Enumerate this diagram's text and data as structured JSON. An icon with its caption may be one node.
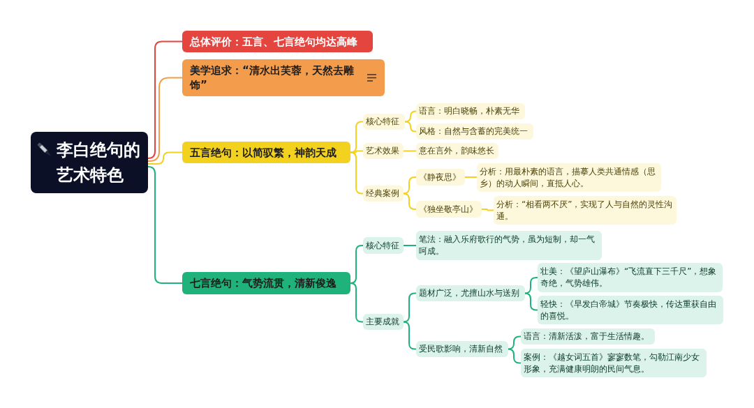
{
  "diagram": {
    "nodes": [
      {
        "text": [
          "李白绝句的艺术特色"
        ]
      },
      {
        "text": [
          "总体评价：五言、七言绝句均达高峰"
        ]
      },
      {
        "text": [
          "美学追求：“清水出芙蓉，天然去雕饰”"
        ]
      },
      {
        "text": [
          "五言绝句：以简驭繁，神韵天成"
        ]
      },
      {
        "text": [
          "核心特征"
        ]
      },
      {
        "text": [
          "语言：明白晓畅，朴素无华"
        ]
      },
      {
        "text": [
          "风格：自然与含蓄的完美统一"
        ]
      },
      {
        "text": [
          "艺术效果"
        ]
      },
      {
        "text": [
          "意在言外，韵味悠长"
        ]
      },
      {
        "text": [
          "经典案例"
        ]
      },
      {
        "text": [
          "《静夜思》"
        ]
      },
      {
        "text": [
          "分析：用最朴素的语言，描摹人类共通情感（思乡）的动人瞬间，直抵人心。"
        ]
      },
      {
        "text": [
          "《独坐敬亭山》"
        ]
      },
      {
        "text": [
          "分析：“相看两不厌”，实现了人与自然的灵性沟通。"
        ]
      },
      {
        "text": [
          "七言绝句：气势流贯，清新俊逸"
        ]
      },
      {
        "text": [
          "核心特征"
        ]
      },
      {
        "text": [
          "笔法：融入乐府歌行的气势，虽为短制，却一气呵成。"
        ]
      },
      {
        "text": [
          "主要成就"
        ]
      },
      {
        "text": [
          "题材广泛，尤擅山水与送别"
        ]
      },
      {
        "text": [
          "壮美：《望庐山瀑布》“飞流直下三千尺”，想象奇绝，气势雄伟。"
        ]
      },
      {
        "text": [
          "轻快：《早发白帝城》节奏极快，传达重获自由的喜悦。"
        ]
      },
      {
        "text": [
          "受民歌影响，清新自然"
        ]
      },
      {
        "text": [
          "语言：清新活泼，富于生活情趣。"
        ]
      },
      {
        "text": [
          "案例：《越女词五首》寥寥数笔，勾勒江南少女形象，充满健康明朗的民间气息。"
        ]
      }
    ],
    "edges": [
      {
        "from": 0,
        "to": 1,
        "arrow": "none",
        "color": "#e5453f"
      },
      {
        "from": 0,
        "to": 2,
        "arrow": "none",
        "color": "#f39c4b"
      },
      {
        "from": 0,
        "to": 3,
        "arrow": "none",
        "color": "#f3d11f"
      },
      {
        "from": 0,
        "to": 14,
        "arrow": "none",
        "color": "#1fb27a"
      },
      {
        "from": 3,
        "to": 4,
        "arrow": "none",
        "color": "#f3d11f"
      },
      {
        "from": 4,
        "to": 5,
        "arrow": "none",
        "color": "#f3d11f"
      },
      {
        "from": 4,
        "to": 6,
        "arrow": "none",
        "color": "#f3d11f"
      },
      {
        "from": 3,
        "to": 7,
        "arrow": "none",
        "color": "#f3d11f"
      },
      {
        "from": 7,
        "to": 8,
        "arrow": "none",
        "color": "#f3d11f"
      },
      {
        "from": 3,
        "to": 9,
        "arrow": "none",
        "color": "#f3d11f"
      },
      {
        "from": 9,
        "to": 10,
        "arrow": "none",
        "color": "#f3d11f"
      },
      {
        "from": 10,
        "to": 11,
        "arrow": "none",
        "color": "#f3d11f"
      },
      {
        "from": 9,
        "to": 12,
        "arrow": "none",
        "color": "#f3d11f"
      },
      {
        "from": 12,
        "to": 13,
        "arrow": "none",
        "color": "#f3d11f"
      },
      {
        "from": 14,
        "to": 15,
        "arrow": "none",
        "color": "#1fb27a"
      },
      {
        "from": 15,
        "to": 16,
        "arrow": "none",
        "color": "#1fb27a"
      },
      {
        "from": 14,
        "to": 17,
        "arrow": "none",
        "color": "#1fb27a"
      },
      {
        "from": 17,
        "to": 18,
        "arrow": "none",
        "color": "#1fb27a"
      },
      {
        "from": 18,
        "to": 19,
        "arrow": "none",
        "color": "#1fb27a"
      },
      {
        "from": 18,
        "to": 20,
        "arrow": "none",
        "color": "#1fb27a"
      },
      {
        "from": 17,
        "to": 21,
        "arrow": "none",
        "color": "#1fb27a"
      },
      {
        "from": 21,
        "to": 22,
        "arrow": "none",
        "color": "#1fb27a"
      },
      {
        "from": 21,
        "to": 23,
        "arrow": "none",
        "color": "#1fb27a"
      }
    ]
  }
}
